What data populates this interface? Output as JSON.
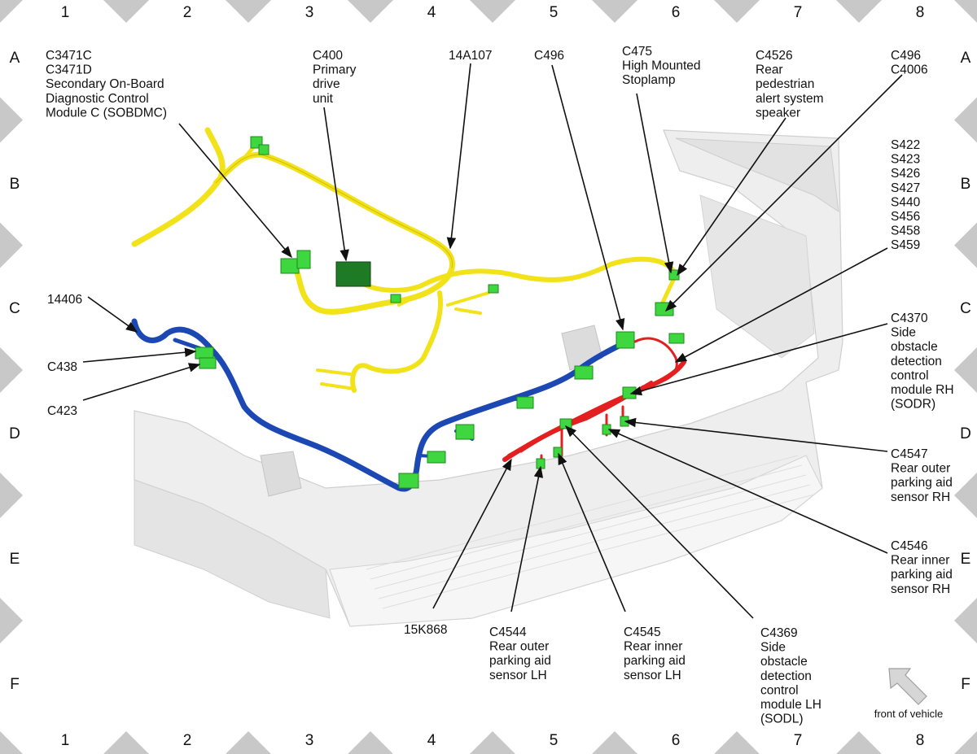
{
  "grid": {
    "columns": [
      "1",
      "2",
      "3",
      "4",
      "5",
      "6",
      "7",
      "8"
    ],
    "rows": [
      "A",
      "B",
      "C",
      "D",
      "E",
      "F"
    ]
  },
  "callouts": {
    "c3471": [
      "C3471C",
      "C3471D",
      "Secondary On-Board",
      "Diagnostic Control",
      "Module C (SOBDMC)"
    ],
    "c400": [
      "C400",
      "Primary",
      "drive",
      "unit"
    ],
    "h14a107": [
      "14A107"
    ],
    "c496_top": [
      "C496"
    ],
    "c475": [
      "C475",
      "High Mounted",
      "Stoplamp"
    ],
    "c4526": [
      "C4526",
      "Rear",
      "pedestrian",
      "alert system",
      "speaker"
    ],
    "c496_c4006": [
      "C496",
      "C4006"
    ],
    "splices": [
      "S422",
      "S423",
      "S426",
      "S427",
      "S440",
      "S456",
      "S458",
      "S459"
    ],
    "h14406": [
      "14406"
    ],
    "c438": [
      "C438"
    ],
    "c423": [
      "C423"
    ],
    "c4370": [
      "C4370",
      "Side",
      "obstacle",
      "detection",
      "control",
      "module RH",
      "(SODR)"
    ],
    "c4547": [
      "C4547",
      "Rear outer",
      "parking aid",
      "sensor RH"
    ],
    "c4546": [
      "C4546",
      "Rear inner",
      "parking aid",
      "sensor RH"
    ],
    "h15k868": [
      "15K868"
    ],
    "c4544": [
      "C4544",
      "Rear outer",
      "parking aid",
      "sensor LH"
    ],
    "c4545": [
      "C4545",
      "Rear inner",
      "parking aid",
      "sensor LH"
    ],
    "c4369": [
      "C4369",
      "Side",
      "obstacle",
      "detection",
      "control",
      "module LH",
      "(SODL)"
    ]
  },
  "front_indicator": {
    "label": "front of vehicle"
  },
  "colors": {
    "harness_yellow": "#f2e21a",
    "harness_blue": "#1c48b4",
    "harness_red": "#e41f1f",
    "connector_green": "#3fd73f",
    "bumper_gray": "#e9e9e9",
    "border_gray": "#c8c8c8"
  }
}
